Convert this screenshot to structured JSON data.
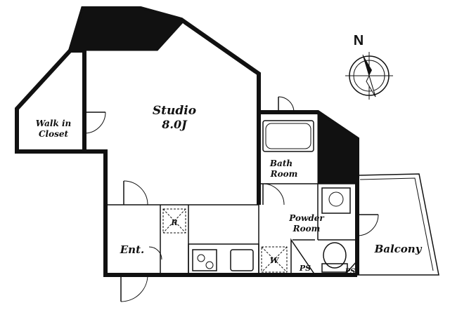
{
  "rooms": {
    "studio_name": "Studio",
    "studio_size": "8.0J",
    "closet_line1": "Walk in",
    "closet_line2": "Closet",
    "bath_line1": "Bath",
    "bath_line2": "Room",
    "powder_line1": "Powder",
    "powder_line2": "Room",
    "balcony": "Balcony",
    "entrance": "Ent.",
    "refrigerator": "R",
    "washer": "W",
    "ps_left": "PS",
    "ps_right": "PS"
  },
  "compass": {
    "north_label": "N",
    "icon": "compass-rose-icon"
  },
  "colors": {
    "wall": "#111111",
    "background": "#ffffff"
  }
}
